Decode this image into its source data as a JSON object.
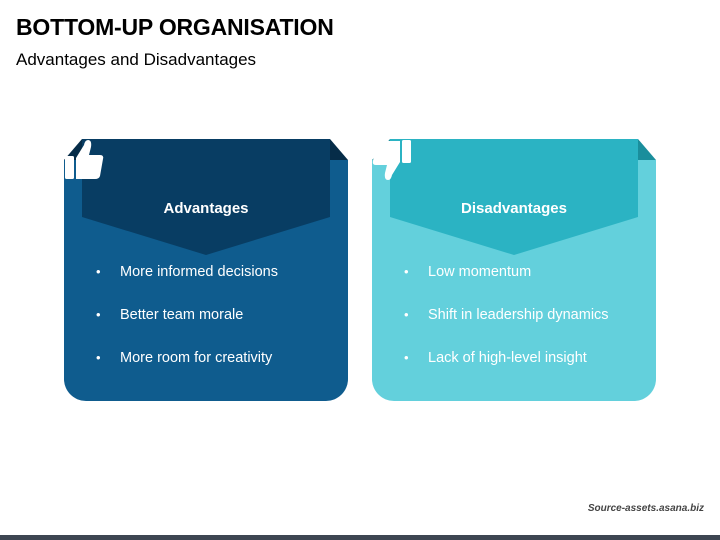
{
  "slide": {
    "title": "BOTTOM-UP ORGANISATION",
    "subtitle": "Advantages and Disadvantages",
    "source": "Source-assets.asana.biz"
  },
  "advantages": {
    "heading": "Advantages",
    "icon": "thumbs-up-icon",
    "items": [
      "More informed decisions",
      "Better team morale",
      "More room for creativity"
    ]
  },
  "disadvantages": {
    "heading": "Disadvantages",
    "icon": "thumbs-down-icon",
    "items": [
      "Low momentum",
      "Shift in leadership dynamics",
      "Lack of high-level insight"
    ]
  },
  "colors": {
    "advantages_card": "#0f5c8e",
    "advantages_banner": "#083d63",
    "disadvantages_card": "#63d0dc",
    "disadvantages_banner": "#2bb3c3",
    "bottom_bar": "#3d4652"
  }
}
